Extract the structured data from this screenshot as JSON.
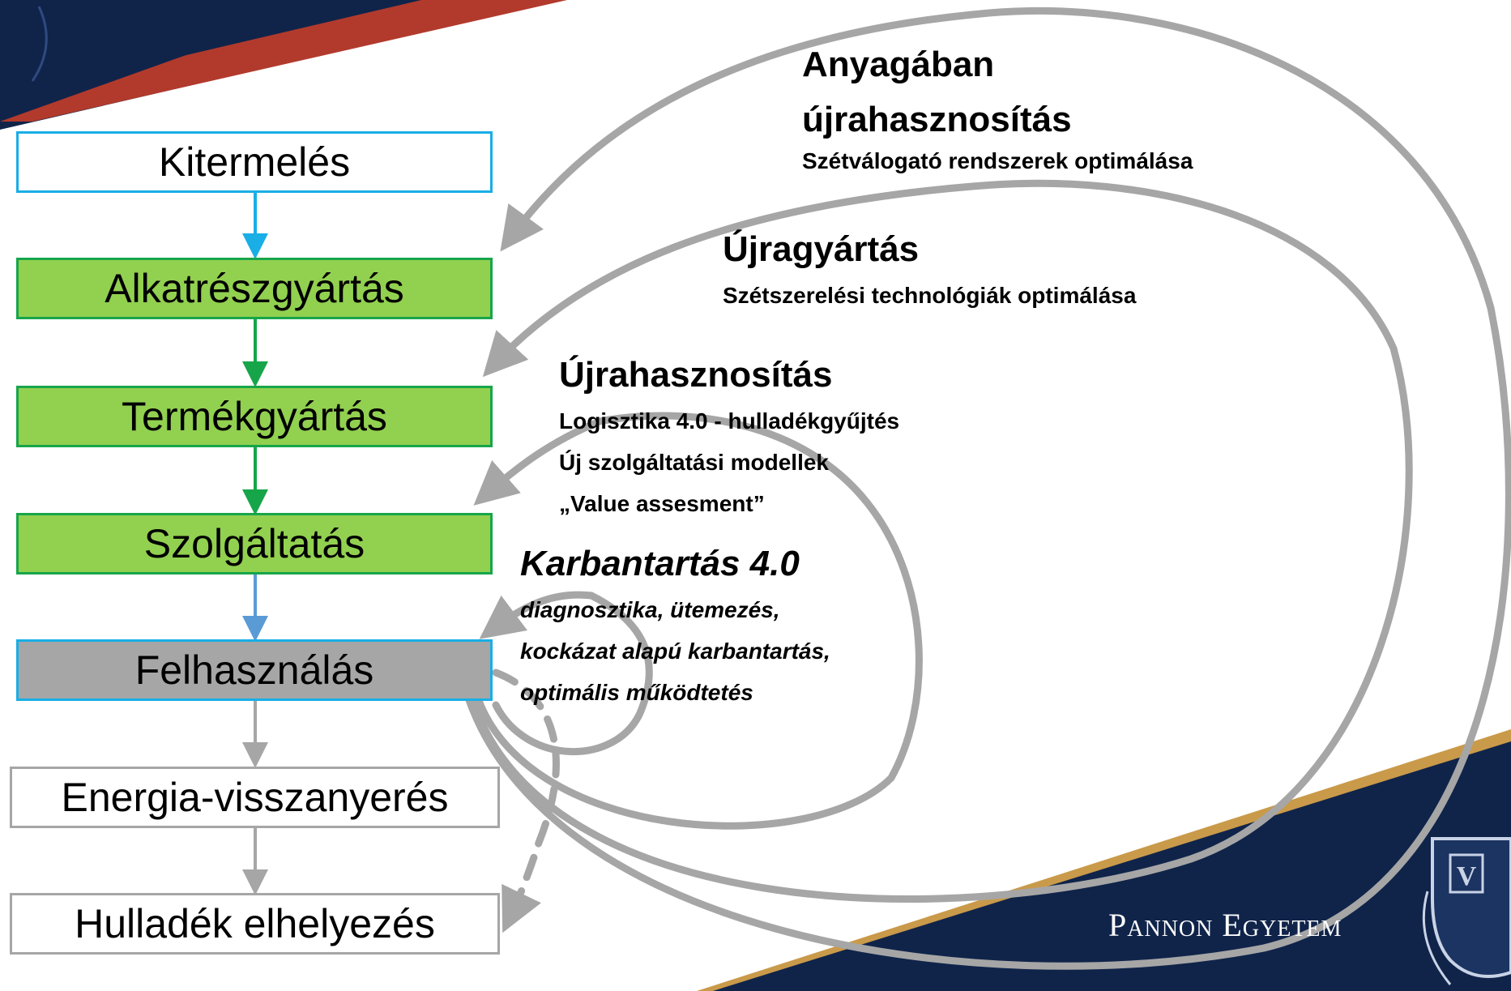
{
  "flow": {
    "steps": [
      {
        "label": "Kitermelés",
        "fill": "#ffffff",
        "border": "#19aee6"
      },
      {
        "label": "Alkatrészgyártás",
        "fill": "#92d050",
        "border": "#17a54a"
      },
      {
        "label": "Termékgyártás",
        "fill": "#92d050",
        "border": "#17a54a"
      },
      {
        "label": "Szolgáltatás",
        "fill": "#92d050",
        "border": "#17a54a"
      },
      {
        "label": "Felhasználás",
        "fill": "#a6a6a6",
        "border": "#19aee6"
      },
      {
        "label": "Energia-visszanyerés",
        "fill": "#ffffff",
        "border": "#a6a6a6"
      },
      {
        "label": "Hulladék elhelyezés",
        "fill": "#ffffff",
        "border": "#a6a6a6"
      }
    ]
  },
  "loops": {
    "material": {
      "title_line1": "Anyagában",
      "title_line2": "újrahasznosítás",
      "sub": "Szétválogató rendszerek optimálása"
    },
    "remanufacturing": {
      "title": "Újragyártás",
      "sub": "Szétszerelési technológiák optimálása"
    },
    "reuse": {
      "title": "Újrahasznosítás",
      "sub1": "Logisztika 4.0 - hulladékgyűjtés",
      "sub2": "Új szolgáltatási modellek",
      "sub3": "„Value assesment”"
    },
    "maintenance": {
      "title": "Karbantartás 4.0",
      "sub1": "diagnosztika, ütemezés,",
      "sub2": "kockázat alapú karbantartás,",
      "sub3": "optimális működtetés"
    }
  },
  "branding": {
    "university": "Pannon Egyetem",
    "crest_letter": "V"
  },
  "colors": {
    "loop_gray": "#a6a6a6",
    "navy": "#10244a",
    "red_stripe": "#b23a2c",
    "gold_stripe": "#c99a4a"
  }
}
